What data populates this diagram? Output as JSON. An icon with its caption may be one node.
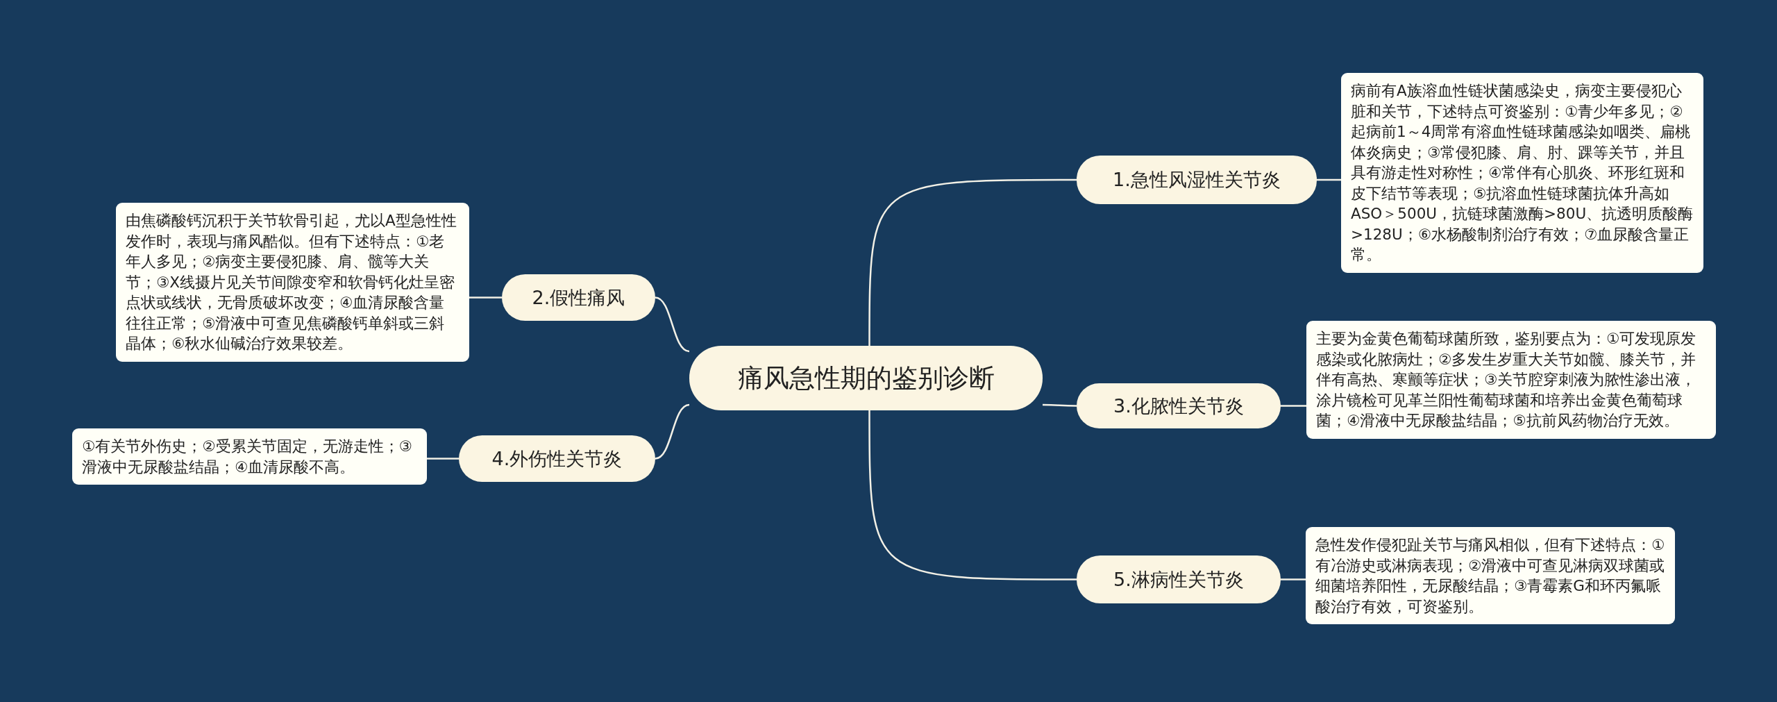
{
  "diagram": {
    "nodes": [
      {
        "text": [
          "痛风急性期的鉴别诊断"
        ]
      },
      {
        "text": [
          "1.急性风湿性关节炎"
        ]
      },
      {
        "text": [
          "病前有A族溶血性链状菌感染史，病变主要侵犯心脏和关节，下述特点可资鉴别：①青少年多见；②起病前1～4周常有溶血性链球菌感染如咽类、扁桃体炎病史；③常侵犯膝、肩、肘、踝等关节，并且具有游走性对称性；④常伴有心肌炎、环形红斑和皮下结节等表现；⑤抗溶血性链球菌抗体升高如ASO＞500U，抗链球菌激酶>80U、抗透明质酸酶>128U；⑥水杨酸制剂治疗有效；⑦血尿酸含量正常。"
        ]
      },
      {
        "text": [
          "2.假性痛风"
        ]
      },
      {
        "text": [
          "由焦磷酸钙沉积于关节软骨引起，尤以A型急性性发作时，表现与痛风酷似。但有下述特点：①老年人多见；②病变主要侵犯膝、肩、髋等大关节；③X线摄片见关节间隙变窄和软骨钙化灶呈密点状或线状，无骨质破坏改变；④血清尿酸含量往往正常；⑤滑液中可查见焦磷酸钙单斜或三斜晶体；⑥秋水仙碱治疗效果较差。"
        ]
      },
      {
        "text": [
          "3.化脓性关节炎"
        ]
      },
      {
        "text": [
          "主要为金黄色葡萄球菌所致，鉴别要点为：①可发现原发感染或化脓病灶；②多发生岁重大关节如髋、膝关节，并伴有高热、寒颤等症状；③关节腔穿刺液为脓性渗出液，涂片镜检可见革兰阳性葡萄球菌和培养出金黄色葡萄球菌；④滑液中无尿酸盐结晶；⑤抗前风药物治疗无效。"
        ]
      },
      {
        "text": [
          "4.外伤性关节炎"
        ]
      },
      {
        "text": [
          "①有关节外伤史；②受累关节固定，无游走性；③滑液中无尿酸盐结晶；④血清尿酸不高。"
        ]
      },
      {
        "text": [
          "5.淋病性关节炎"
        ]
      },
      {
        "text": [
          "急性发作侵犯趾关节与痛风相似，但有下述特点：①有冶游史或淋病表现；②滑液中可查见淋病双球菌或细菌培养阳性，无尿酸结晶；③青霉素G和环丙氟哌酸治疗有效，可资鉴别。"
        ]
      }
    ],
    "edges": [
      {
        "from": 0,
        "to": 1,
        "arrow": "none"
      },
      {
        "from": 1,
        "to": 2,
        "arrow": "none"
      },
      {
        "from": 0,
        "to": 3,
        "arrow": "none"
      },
      {
        "from": 3,
        "to": 4,
        "arrow": "none"
      },
      {
        "from": 0,
        "to": 5,
        "arrow": "none"
      },
      {
        "from": 5,
        "to": 6,
        "arrow": "none"
      },
      {
        "from": 0,
        "to": 7,
        "arrow": "none"
      },
      {
        "from": 7,
        "to": 8,
        "arrow": "none"
      },
      {
        "from": 0,
        "to": 9,
        "arrow": "none"
      },
      {
        "from": 9,
        "to": 10,
        "arrow": "none"
      }
    ]
  }
}
